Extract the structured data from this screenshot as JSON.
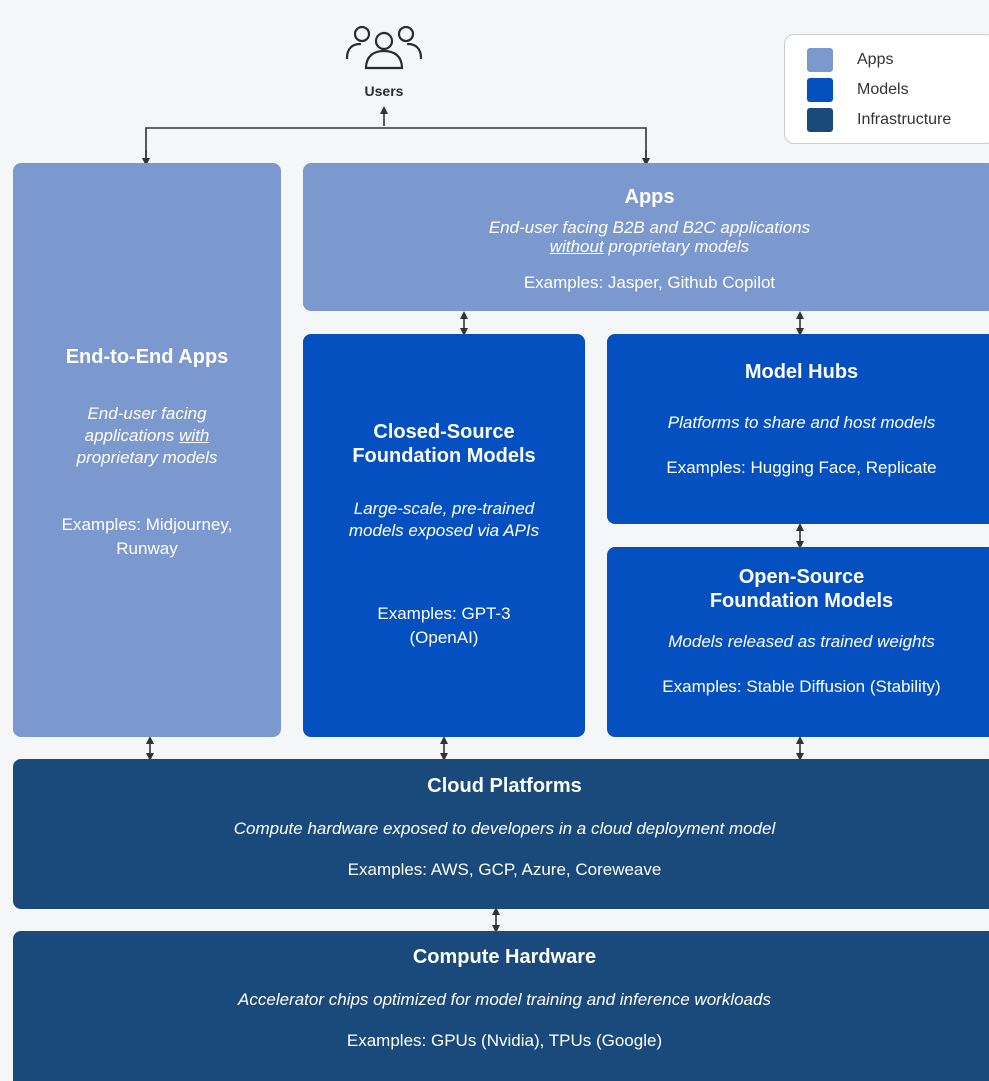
{
  "users": {
    "label": "Users",
    "icon": "users-icon"
  },
  "legend": [
    {
      "label": "Apps",
      "color": "#7b98cf"
    },
    {
      "label": "Models",
      "color": "#0550c0"
    },
    {
      "label": "Infrastructure",
      "color": "#1a4a7c"
    }
  ],
  "end_to_end": {
    "title": "End-to-End Apps",
    "desc_pre": "End-user facing applications ",
    "desc_u": "with",
    "desc_post": " proprietary models",
    "examples": "Examples: Midjourney, Runway"
  },
  "apps": {
    "title": "Apps",
    "desc_line1": "End-user facing B2B and B2C applications",
    "desc_u": "without",
    "desc_post": " proprietary models",
    "examples": "Examples: Jasper, Github Copilot"
  },
  "closed_source": {
    "title": "Closed-Source Foundation Models",
    "desc": "Large-scale, pre-trained models exposed via APIs",
    "examples": "Examples: GPT-3 (OpenAI)"
  },
  "model_hubs": {
    "title": "Model Hubs",
    "desc": "Platforms to share and host models",
    "examples": "Examples: Hugging Face, Replicate"
  },
  "open_source": {
    "title": "Open-Source Foundation Models",
    "desc": "Models released as trained weights",
    "examples": "Examples: Stable Diffusion (Stability)"
  },
  "cloud": {
    "title": "Cloud Platforms",
    "desc": "Compute hardware exposed to developers in a cloud deployment model",
    "examples": "Examples: AWS, GCP, Azure, Coreweave"
  },
  "hardware": {
    "title": "Compute Hardware",
    "desc": "Accelerator chips optimized for model training and inference workloads",
    "examples": "Examples: GPUs (Nvidia), TPUs (Google)"
  },
  "colors": {
    "apps": "#7b98cf",
    "models": "#0550c0",
    "infrastructure": "#1a4a7c",
    "connector": "#333333"
  }
}
